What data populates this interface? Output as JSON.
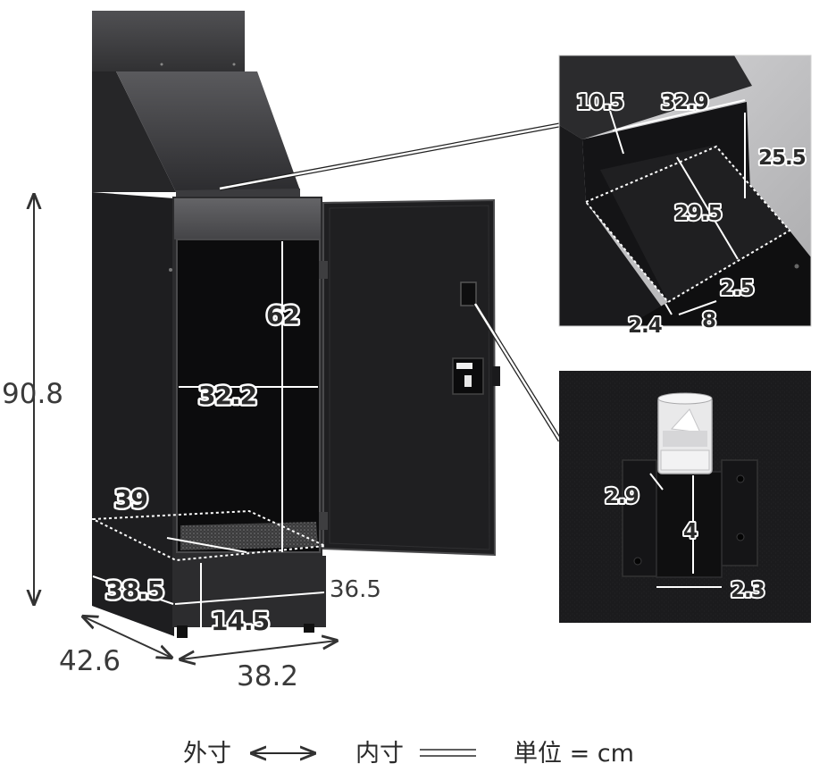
{
  "main": {
    "height": "90.8",
    "depth": "42.6",
    "width": "38.2",
    "base_side": "38.5",
    "base_front": "36.5",
    "base_height": "14.5",
    "inner_depth": "39",
    "inner_height": "62",
    "inner_width": "32.2"
  },
  "inset_chute": {
    "top_left": "10.5",
    "top_center": "32.9",
    "right": "25.5",
    "center": "29.5",
    "bottom_right": "2.5",
    "bottom_left": "2.4",
    "bottom_center": "8"
  },
  "inset_lock": {
    "left": "2.9",
    "center": "4",
    "bottom": "2.3"
  },
  "legend": {
    "outer": "外寸",
    "inner": "内寸",
    "unit": "単位 = cm"
  },
  "colors": {
    "product": "#2b2b2d",
    "dimension_line": "#333333",
    "inner_line": "#ffffff",
    "background": "#ffffff"
  }
}
